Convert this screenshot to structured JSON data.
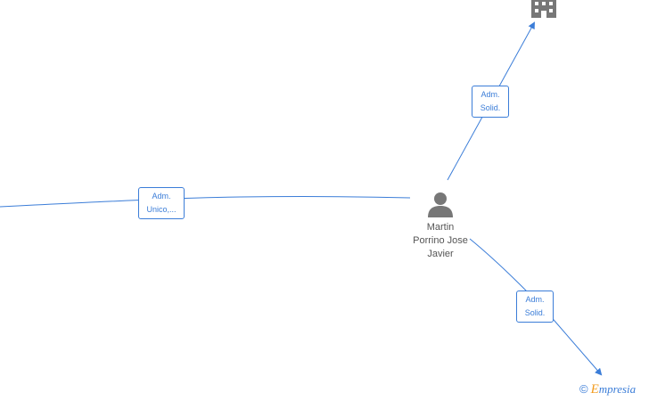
{
  "person": {
    "name_line1": "Martin",
    "name_line2": "Porrino Jose",
    "name_line3": "Javier"
  },
  "edges": [
    {
      "id": "to-left",
      "line1": "Adm.",
      "line2": "Unico,..."
    },
    {
      "id": "to-company-top",
      "line1": "Adm.",
      "line2": "Solid."
    },
    {
      "id": "to-bottom-right",
      "line1": "Adm.",
      "line2": "Solid."
    }
  ],
  "watermark": {
    "symbol": "©",
    "brand_first": "E",
    "brand_rest": "mpresia"
  },
  "colors": {
    "edge": "#3b7dd8",
    "node_icon": "#777777",
    "text": "#555555",
    "brand_orange": "#f29b1d"
  },
  "icons": {
    "person": "person-icon",
    "company": "building-icon"
  }
}
